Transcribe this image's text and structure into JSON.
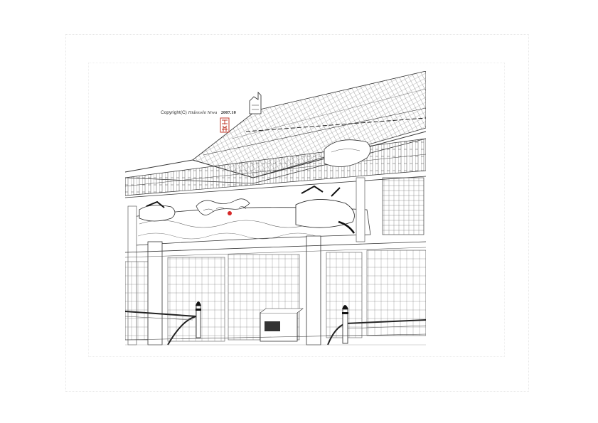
{
  "copyright": {
    "label": "Copyright(C)",
    "signature": "Hidetoshi Niwa",
    "date": "2007.10"
  },
  "seal": {
    "color": "#c0392b"
  },
  "colors": {
    "ink": "#333333",
    "background": "#ffffff",
    "accent": "#d62828"
  }
}
